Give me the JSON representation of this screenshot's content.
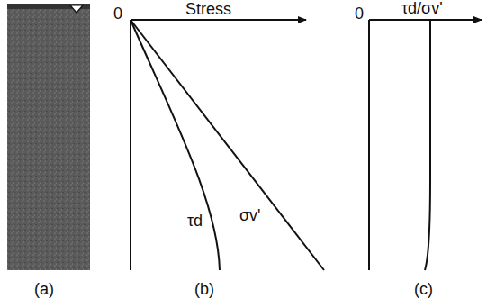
{
  "diagram": {
    "labels": [
      "0",
      "Stress",
      "τd",
      "σv'",
      "0",
      "τd/σv'",
      "(a)",
      "(b)",
      "(c)"
    ]
  }
}
